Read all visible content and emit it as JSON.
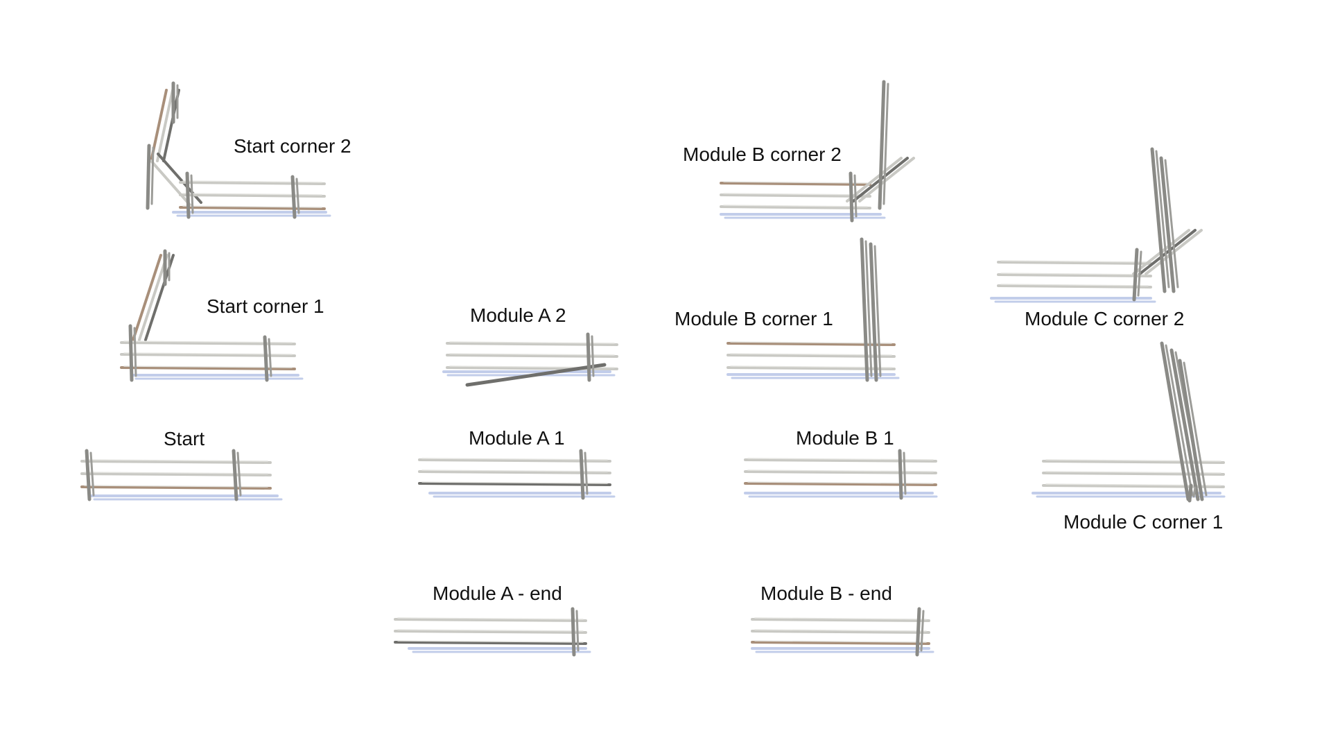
{
  "colors": {
    "background": "#ffffff",
    "rail_light": "#c9c9c4",
    "rail_dark": "#6f6f6c",
    "rail_bark": "#a88f7a",
    "post": "#8a8a86",
    "shadow": "#c2cdea"
  },
  "modules": [
    {
      "id": "start-corner-2",
      "label": "Start corner 2",
      "kind": "corner-left"
    },
    {
      "id": "start-corner-1",
      "label": "Start corner 1",
      "kind": "corner-left"
    },
    {
      "id": "start",
      "label": "Start",
      "kind": "straight-post-both"
    },
    {
      "id": "module-a-2",
      "label": "Module A 2",
      "kind": "straight-fallen-rail"
    },
    {
      "id": "module-a-1",
      "label": "Module A 1",
      "kind": "straight"
    },
    {
      "id": "module-a-end",
      "label": "Module A - end",
      "kind": "straight-end"
    },
    {
      "id": "module-b-corner-2",
      "label": "Module B corner 2",
      "kind": "corner-right"
    },
    {
      "id": "module-b-corner-1",
      "label": "Module B corner 1",
      "kind": "corner-right-tall"
    },
    {
      "id": "module-b-1",
      "label": "Module B 1",
      "kind": "straight"
    },
    {
      "id": "module-b-end",
      "label": "Module B - end",
      "kind": "straight-end"
    },
    {
      "id": "module-c-corner-2",
      "label": "Module C corner 2",
      "kind": "corner-right"
    },
    {
      "id": "module-c-corner-1",
      "label": "Module C corner 1",
      "kind": "corner-right-tall"
    }
  ]
}
